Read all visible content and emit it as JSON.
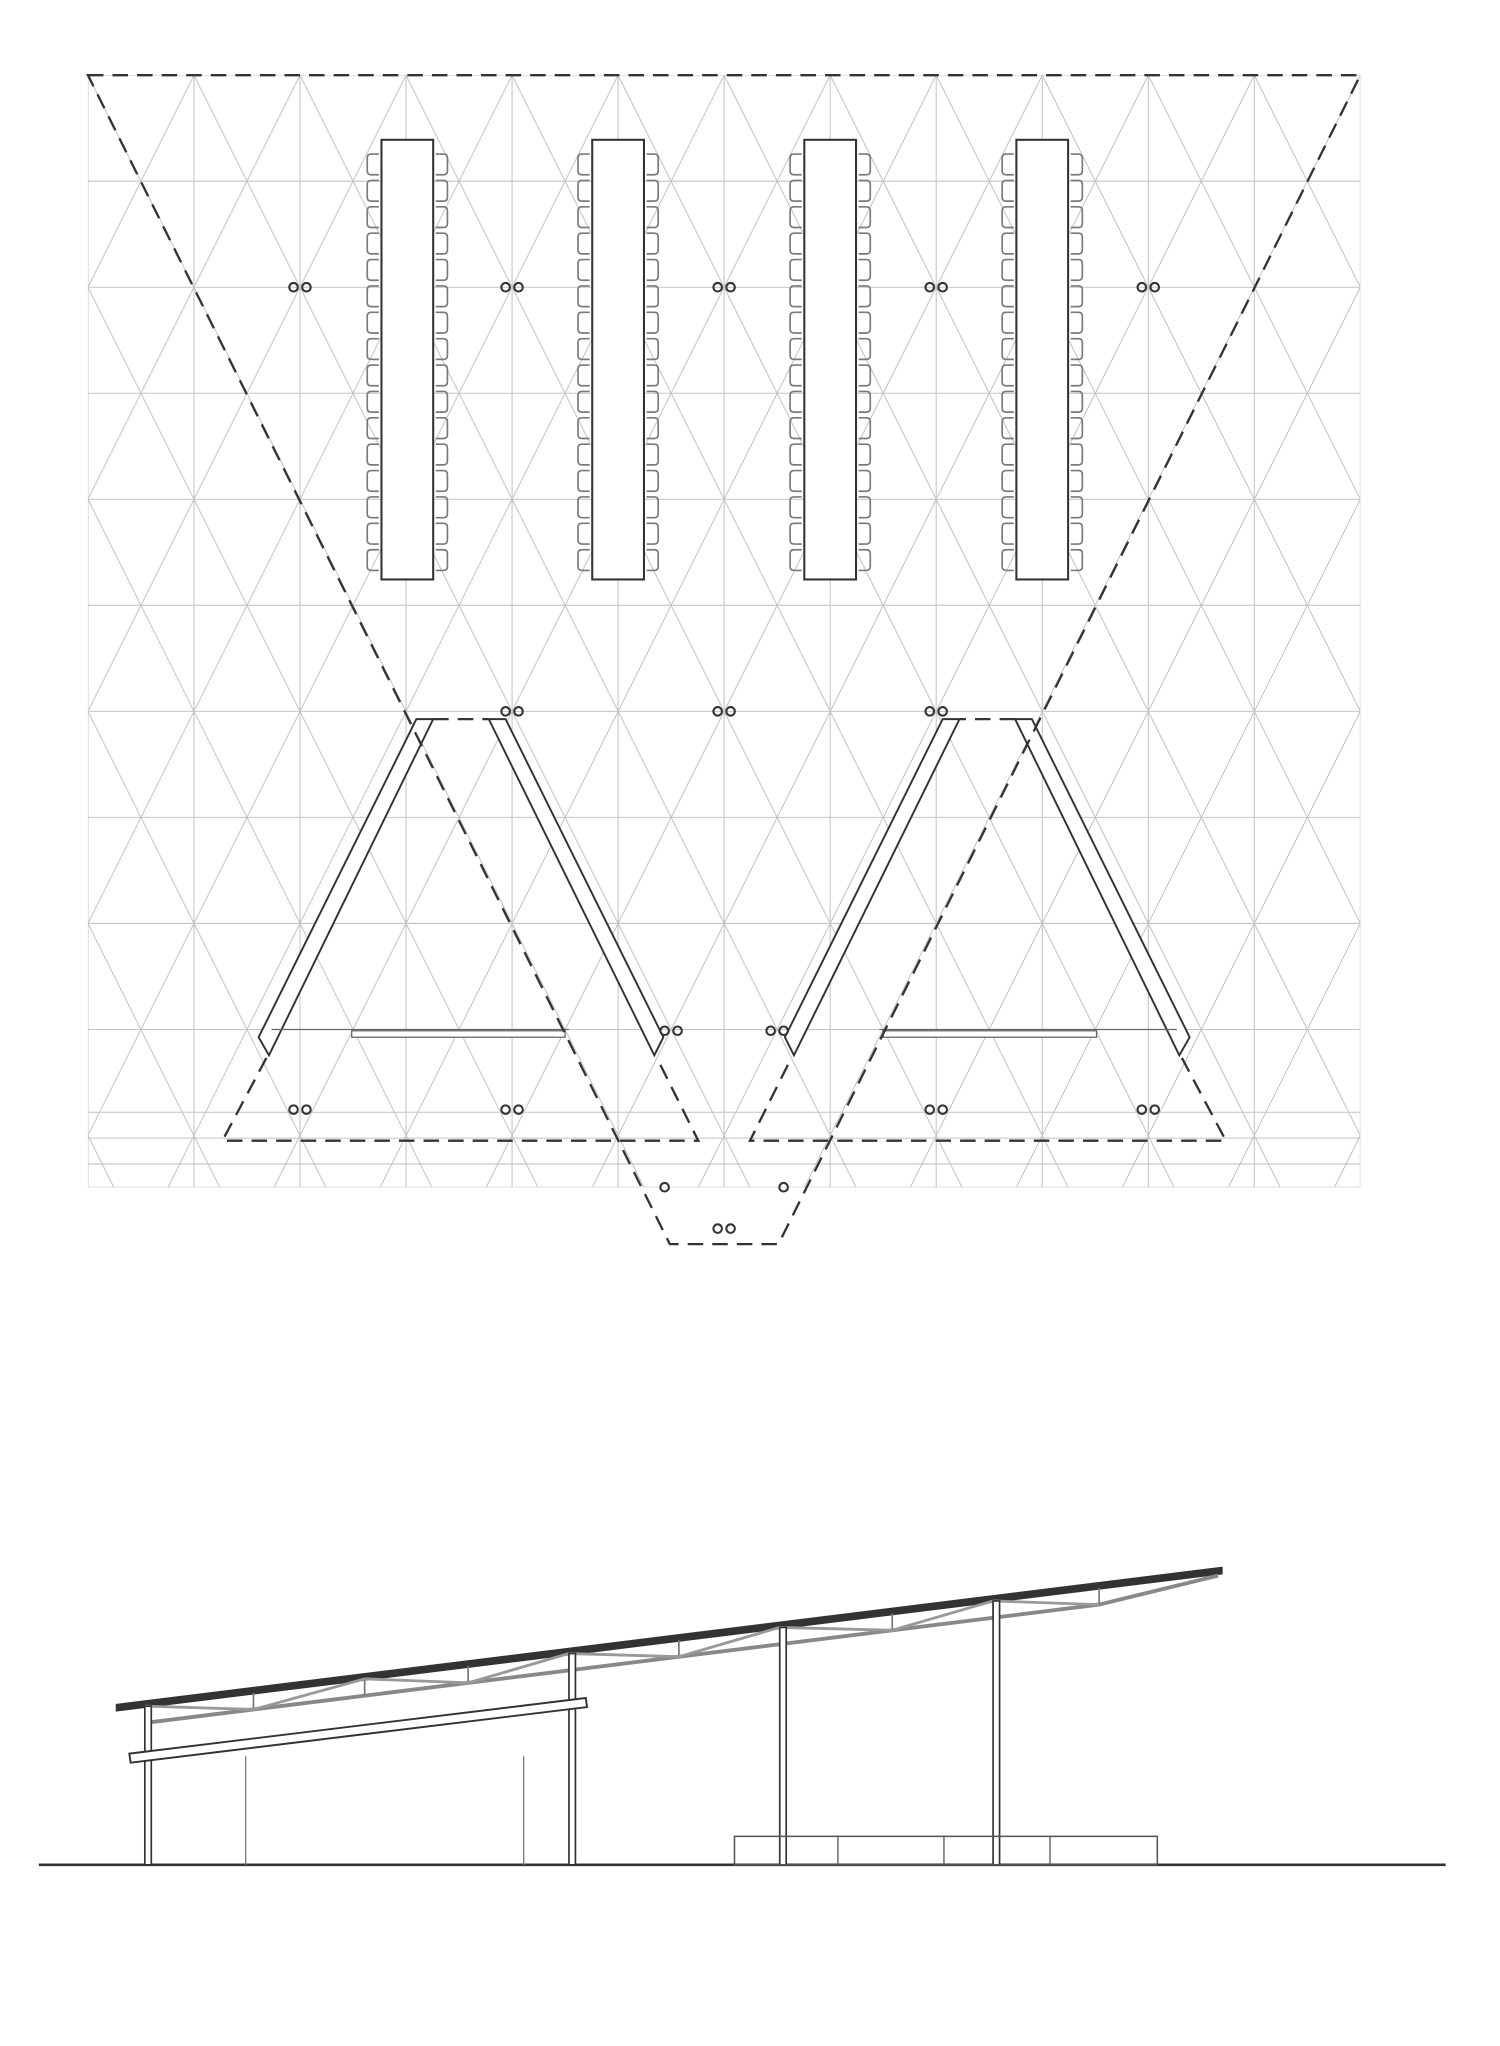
{
  "drawing": {
    "views": [
      "plan",
      "elevation"
    ],
    "colors": {
      "grid": "#c4c4c4",
      "ink": "#333333",
      "chair": "#7a7a7a",
      "background": "#ffffff"
    },
    "plan": {
      "table_count": 4,
      "chairs_per_side": 16
    }
  }
}
